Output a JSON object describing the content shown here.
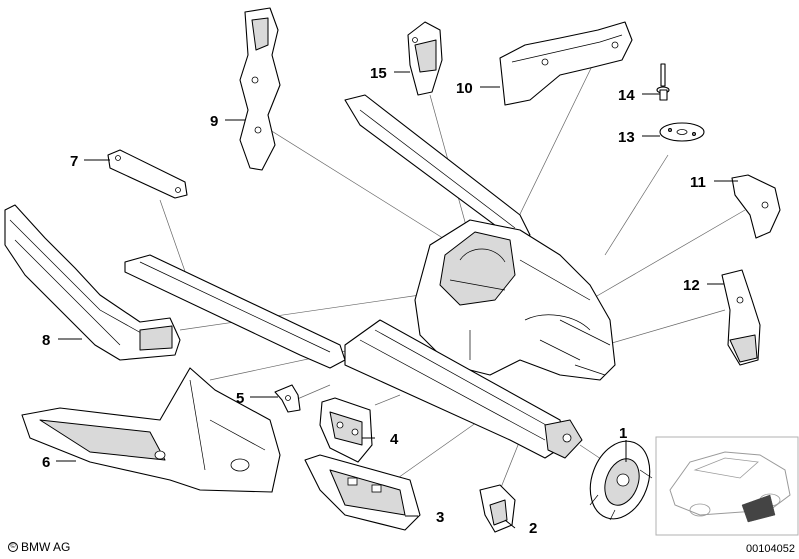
{
  "callouts": [
    {
      "id": "1",
      "label": "1"
    },
    {
      "id": "2",
      "label": "2"
    },
    {
      "id": "3",
      "label": "3"
    },
    {
      "id": "4",
      "label": "4"
    },
    {
      "id": "5",
      "label": "5"
    },
    {
      "id": "6",
      "label": "6"
    },
    {
      "id": "7",
      "label": "7"
    },
    {
      "id": "8",
      "label": "8"
    },
    {
      "id": "9",
      "label": "9"
    },
    {
      "id": "10",
      "label": "10"
    },
    {
      "id": "11",
      "label": "11"
    },
    {
      "id": "12",
      "label": "12"
    },
    {
      "id": "13",
      "label": "13"
    },
    {
      "id": "14",
      "label": "14"
    },
    {
      "id": "15",
      "label": "15"
    }
  ],
  "footer": {
    "brand": "BMW AG",
    "document_number": "00104052"
  },
  "colors": {
    "line": "#000000",
    "background": "#ffffff",
    "shade": "#d9d9d9"
  }
}
